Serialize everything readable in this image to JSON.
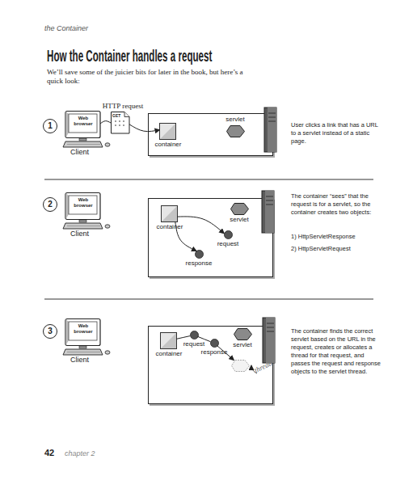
{
  "diagram": {
    "title": "How the Container handles a request",
    "nodes": [
      {
        "text": [
          "1"
        ]
      },
      {
        "text": [
          "Web browser",
          "Client"
        ]
      },
      {
        "text": [
          "HTTP request",
          "GET"
        ]
      },
      {
        "text": []
      },
      {
        "text": [
          "container"
        ],
        "in": 3
      },
      {
        "text": [
          "servlet"
        ],
        "in": 3
      },
      {
        "text": [
          "2"
        ]
      },
      {
        "text": [
          "Web browser",
          "Client"
        ]
      },
      {
        "text": []
      },
      {
        "text": [
          "container"
        ],
        "in": 8
      },
      {
        "text": [
          "servlet"
        ],
        "in": 8
      },
      {
        "text": [
          "request"
        ],
        "in": 8
      },
      {
        "text": [
          "response"
        ],
        "in": 8
      },
      {
        "text": [
          "3"
        ]
      },
      {
        "text": [
          "Web browser",
          "Client"
        ]
      },
      {
        "text": []
      },
      {
        "text": [
          "container"
        ],
        "in": 15
      },
      {
        "text": [
          "request"
        ],
        "in": 15
      },
      {
        "text": [
          "response"
        ],
        "in": 15
      },
      {
        "text": [
          "servlet"
        ],
        "in": 15
      },
      {
        "text": [
          "thread"
        ],
        "in": 15
      }
    ],
    "edges": [
      {
        "from": 1,
        "to": 2,
        "arrow": "none"
      },
      {
        "from": 2,
        "to": 4,
        "arrow": "to"
      },
      {
        "from": 9,
        "to": 11,
        "arrow": "to"
      },
      {
        "from": 9,
        "to": 12,
        "arrow": "to"
      },
      {
        "from": 16,
        "to": 17,
        "arrow": "none"
      },
      {
        "from": 17,
        "to": 18,
        "arrow": "none"
      },
      {
        "from": 18,
        "to": 20,
        "arrow": "to"
      }
    ],
    "labels": [
      "the Container",
      "We’ll save some of the juicier bits for later in the book, but here’s a quick look:",
      "User clicks a link that has a URL to a servlet instead of a static page.",
      "The container “sees” that the request is for a servlet, so the container creates two objects:",
      "1) HttpServletResponse",
      "2) HttpServletRequest",
      "The container finds the correct servlet based on the URL in the request, creates or allocates a thread for that request, and passes the request and response objects to the servlet thread.",
      "42",
      "chapter 2"
    ]
  }
}
